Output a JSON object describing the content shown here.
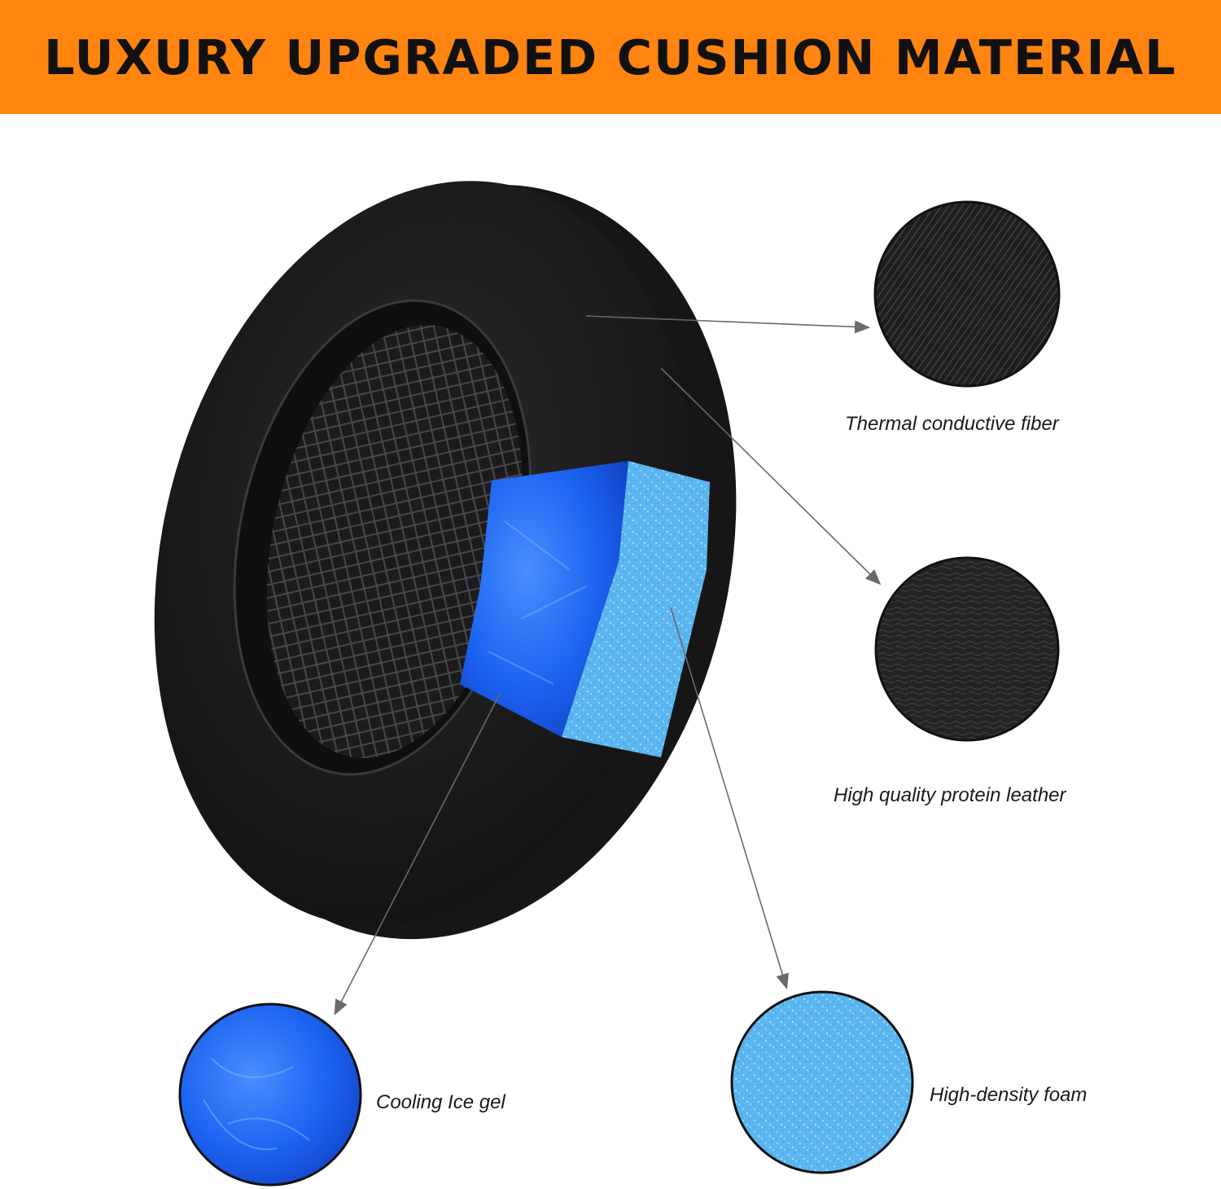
{
  "banner": {
    "title": "LUXURY UPGRADED CUSHION MATERIAL",
    "background_color": "#FF8410",
    "text_color": "#111111"
  },
  "materials": [
    {
      "label": "Thermal conductive fiber",
      "swatch": "black-mesh-fabric"
    },
    {
      "label": "High quality protein leather",
      "swatch": "black-textured-leather"
    },
    {
      "label": "Cooling Ice gel",
      "swatch": "blue-gel",
      "color": "#1C63F0"
    },
    {
      "label": "High-density foam",
      "swatch": "light-blue-speckled-foam",
      "color": "#57B3EF"
    }
  ],
  "product": {
    "type": "over-ear headphone cushion",
    "cushion_color": "#1B1B1D"
  }
}
